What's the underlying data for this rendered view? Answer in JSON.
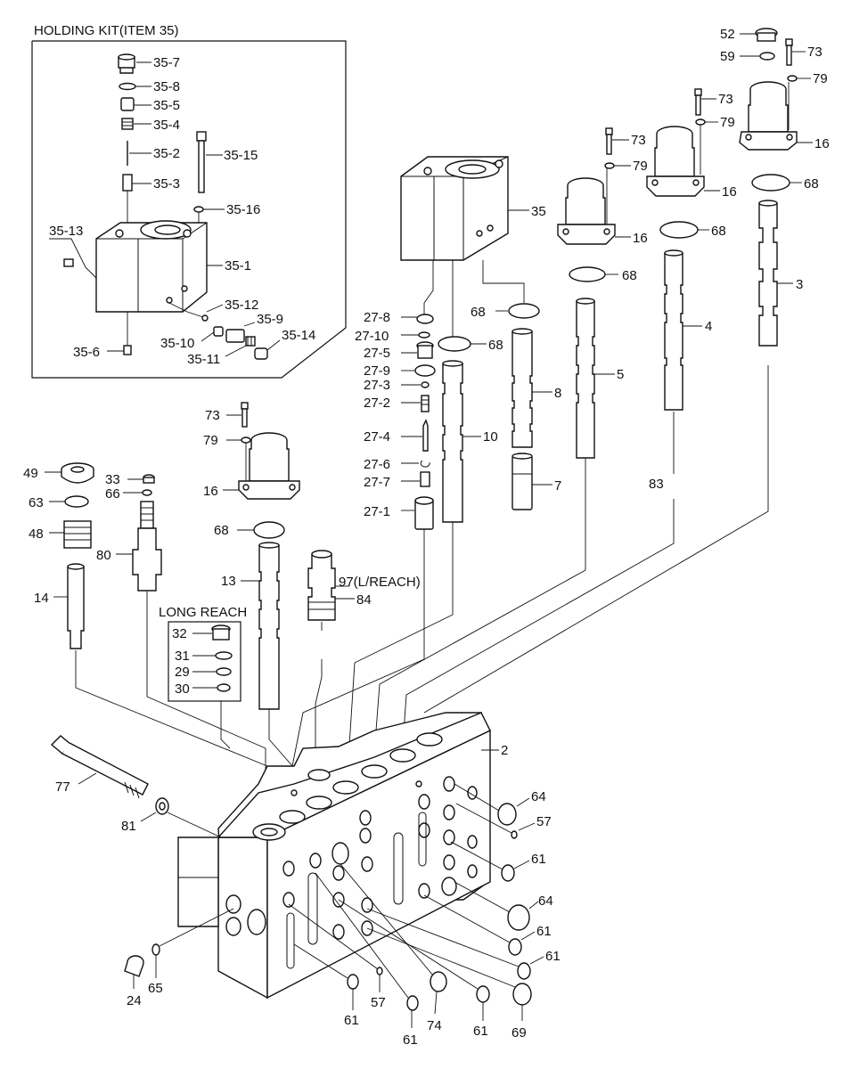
{
  "titles": {
    "holding_kit": "HOLDING KIT(ITEM 35)",
    "long_reach": "LONG REACH"
  },
  "labels": {
    "l_35_7": "35-7",
    "l_35_8": "35-8",
    "l_35_5": "35-5",
    "l_35_4": "35-4",
    "l_35_2": "35-2",
    "l_35_15": "35-15",
    "l_35_3": "35-3",
    "l_35_16": "35-16",
    "l_35_13": "35-13",
    "l_35_1": "35-1",
    "l_35_12": "35-12",
    "l_35_9": "35-9",
    "l_35_10": "35-10",
    "l_35_14": "35-14",
    "l_35_11": "35-11",
    "l_35_6": "35-6",
    "l_52": "52",
    "l_73a": "73",
    "l_59": "59",
    "l_79a": "79",
    "l_73b": "73",
    "l_79b": "79",
    "l_16a": "16",
    "l_73c": "73",
    "l_79c": "79",
    "l_16b": "16",
    "l_68a": "68",
    "l_16c": "16",
    "l_68b": "68",
    "l_35": "35",
    "l_68c": "68",
    "l_3": "3",
    "l_4": "4",
    "l_5": "5",
    "l_8": "8",
    "l_7": "7",
    "l_83": "83",
    "l_10": "10",
    "l_27_8": "27-8",
    "l_68d": "68",
    "l_27_10": "27-10",
    "l_27_5": "27-5",
    "l_68e": "68",
    "l_27_9": "27-9",
    "l_27_3": "27-3",
    "l_27_2": "27-2",
    "l_27_4": "27-4",
    "l_27_6": "27-6",
    "l_27_7": "27-7",
    "l_27_1": "27-1",
    "l_73d": "73",
    "l_79d": "79",
    "l_16d": "16",
    "l_49": "49",
    "l_33": "33",
    "l_66": "66",
    "l_63": "63",
    "l_48": "48",
    "l_80": "80",
    "l_68f": "68",
    "l_13": "13",
    "l_14": "14",
    "l_97": "97(L/REACH)",
    "l_84": "84",
    "l_32": "32",
    "l_31": "31",
    "l_29": "29",
    "l_30": "30",
    "l_2": "2",
    "l_77": "77",
    "l_81": "81",
    "l_64a": "64",
    "l_57a": "57",
    "l_61a": "61",
    "l_64b": "64",
    "l_61b": "61",
    "l_61c": "61",
    "l_24": "24",
    "l_65": "65",
    "l_61d": "61",
    "l_57b": "57",
    "l_74": "74",
    "l_61e": "61",
    "l_61f": "61",
    "l_69": "69"
  }
}
